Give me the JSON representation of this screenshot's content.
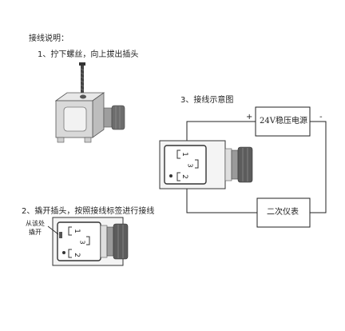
{
  "heading": "接线说明：",
  "steps": {
    "step1": "1、拧下螺丝，向上拔出插头",
    "step2": "2、撬开插头，按照接线标签进行接线",
    "step3": "3、接线示意图"
  },
  "callout": {
    "line1": "从该处",
    "line2": "撬开"
  },
  "wiring": {
    "power_label": "24V稳压电源",
    "instrument_label": "二次仪表",
    "plus": "+",
    "minus": "-"
  },
  "terminals": {
    "t1": "1",
    "t2": "2",
    "t3": "3"
  }
}
